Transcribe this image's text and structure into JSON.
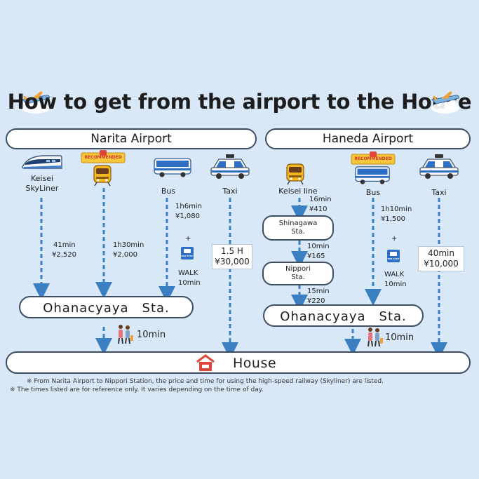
{
  "title": "How to get from the airport to the House",
  "narita": {
    "header": "Narita Airport",
    "skyliner_label": "Keisei\nSkyLiner",
    "skyliner_time": "41min",
    "skyliner_price": "¥2,520",
    "recommended_badge": "RECOMMENDED",
    "train_time": "1h30min",
    "train_price": "¥2,000",
    "bus_label": "Bus",
    "bus_time": "1h6min",
    "bus_price": "¥1,080",
    "plus": "+",
    "bus_stop_sign": "BUS STOP",
    "walk": "WALK",
    "walk_time": "10min",
    "taxi_label": "Taxi",
    "taxi_time": "1.5 H",
    "taxi_price": "¥30,000",
    "station": "Ohanacyaya　Sta.",
    "final_walk": "10min"
  },
  "haneda": {
    "header": "Haneda Airport",
    "keisei_label": "Keisei line",
    "keisei_time": "16min",
    "keisei_price": "¥410",
    "shinagawa": "Shinagawa\nSta.",
    "seg2_time": "10min",
    "seg2_price": "¥165",
    "nippori": "Nippori\nSta.",
    "seg3_time": "15min",
    "seg3_price": "¥220",
    "recommended_badge": "RECOMMENDED",
    "bus_label": "Bus",
    "bus_time": "1h10min",
    "bus_price": "¥1,500",
    "plus": "+",
    "bus_stop_sign": "BUS STOP",
    "walk": "WALK",
    "walk_time": "10min",
    "taxi_label": "Taxi",
    "taxi_time": "40min",
    "taxi_price": "¥10,000",
    "station": "Ohanacyaya　Sta.",
    "final_walk": "10min"
  },
  "house": "House",
  "notes": [
    "※ From Narita Airport to Nippori Station, the price and time for using the high-speed railway (Skyliner) are listed.",
    "※ The times listed are for reference only. It varies depending on the time of day."
  ],
  "colors": {
    "background": "#d9e8f7",
    "arrow": "#3a7fc1",
    "outline": "#3d4e63",
    "house_icon": "#e0443a"
  },
  "icons": [
    "airplane-icon",
    "skyliner-train-icon",
    "yellow-train-icon",
    "bus-icon",
    "taxi-icon",
    "bus-stop-icon",
    "walking-people-icon",
    "house-icon"
  ]
}
